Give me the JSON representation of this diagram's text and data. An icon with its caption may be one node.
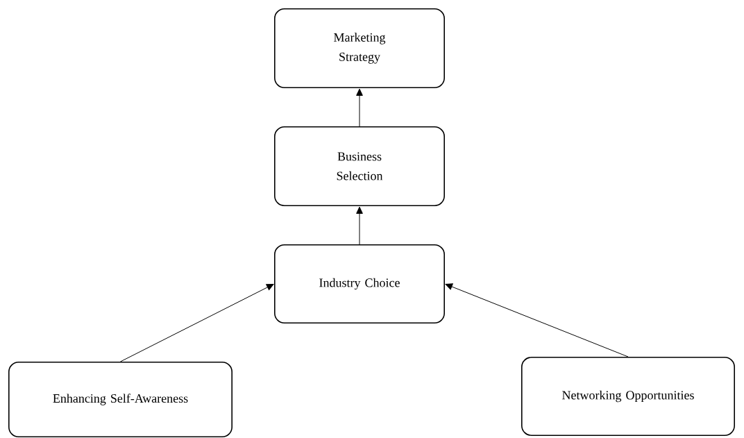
{
  "diagram": {
    "nodes": [
      {
        "text": [
          "Marketing Strategy"
        ]
      },
      {
        "text": [
          "Business Selection"
        ]
      },
      {
        "text": [
          "Industry Choice"
        ]
      },
      {
        "text": [
          "Enhancing Self-Awareness"
        ]
      },
      {
        "text": [
          "Networking Opportunities"
        ]
      }
    ],
    "edges": [
      {
        "from": 1,
        "to": 0,
        "arrow": "to"
      },
      {
        "from": 2,
        "to": 1,
        "arrow": "to"
      },
      {
        "from": 3,
        "to": 2,
        "arrow": "to"
      },
      {
        "from": 4,
        "to": 2,
        "arrow": "to"
      }
    ]
  }
}
